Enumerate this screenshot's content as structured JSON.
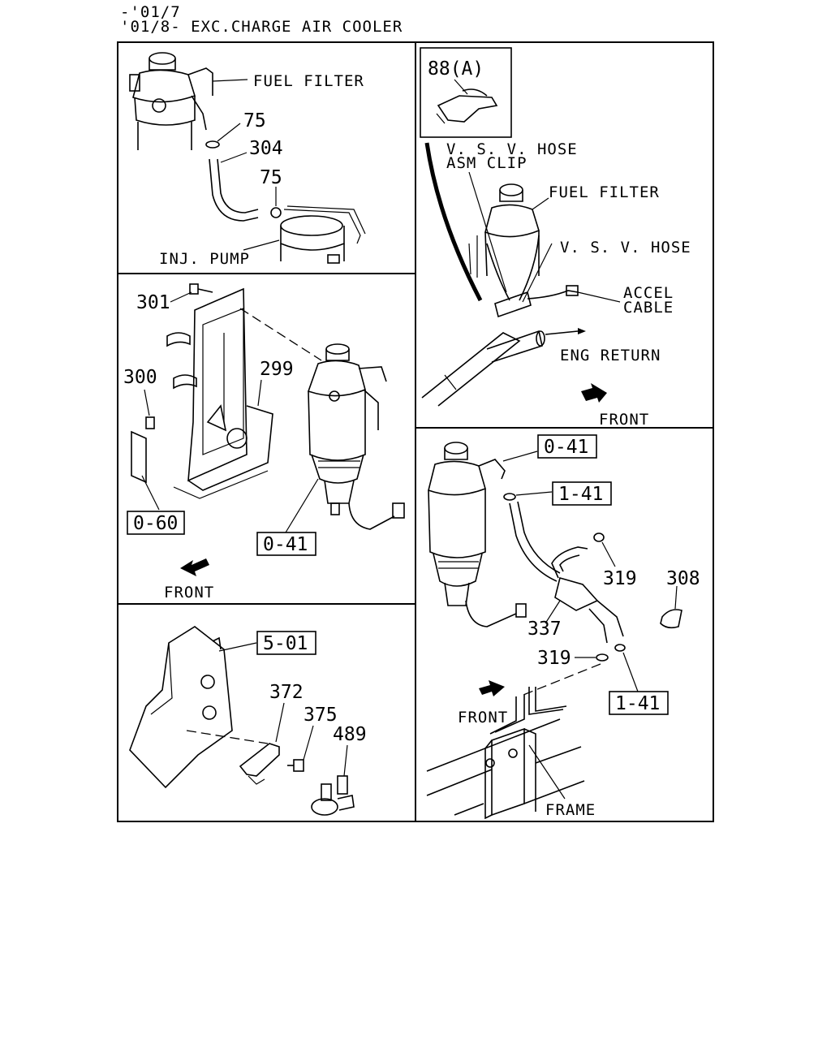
{
  "header": {
    "line1": "-'01/7",
    "line2": "'01/8- EXC.CHARGE AIR COOLER"
  },
  "panels": {
    "top_left": {
      "fuel_filter": "FUEL FILTER",
      "inj_pump": "INJ. PUMP",
      "part_75a": "75",
      "part_304": "304",
      "part_75b": "75"
    },
    "mid_left": {
      "part_301": "301",
      "part_299": "299",
      "part_300": "300",
      "ref_060": "0-60",
      "ref_041": "0-41",
      "front": "FRONT"
    },
    "bottom_left": {
      "ref_501": "5-01",
      "part_372": "372",
      "part_375": "375",
      "part_489": "489"
    },
    "top_right": {
      "inset_label": "88(A)",
      "vsv_clip_line1": "V. S. V. HOSE",
      "vsv_clip_line2": "ASM CLIP",
      "fuel_filter": "FUEL FILTER",
      "vsv_hose": "V. S. V. HOSE",
      "accel_line1": "ACCEL",
      "accel_line2": "CABLE",
      "eng_return": "ENG RETURN",
      "front": "FRONT"
    },
    "bottom_right": {
      "ref_041": "0-41",
      "ref_141a": "1-41",
      "part_319a": "319",
      "part_308": "308",
      "part_337": "337",
      "part_319b": "319",
      "ref_141b": "1-41",
      "front": "FRONT",
      "frame": "FRAME"
    }
  }
}
